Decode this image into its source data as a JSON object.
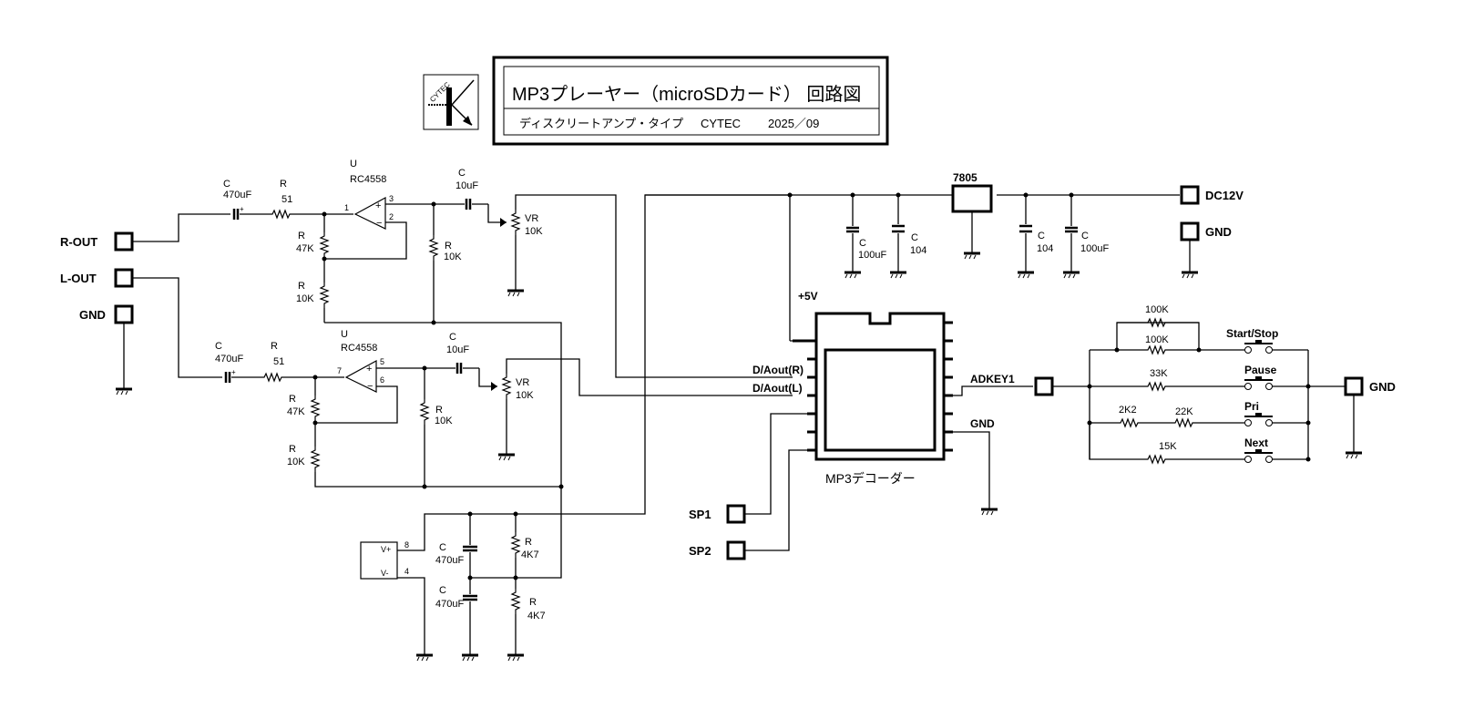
{
  "title_block": {
    "title": "MP3プレーヤー（microSDカード） 回路図",
    "subtitle_type": "ディスクリートアンプ・タイプ",
    "subtitle_company": "CYTEC",
    "subtitle_date": "2025／09",
    "logo_text": "CYTEC"
  },
  "terminals": {
    "r_out": "R-OUT",
    "l_out": "L-OUT",
    "gnd_left": "GND",
    "dc12v": "DC12V",
    "gnd_power": "GND",
    "sp1": "SP1",
    "sp2": "SP2",
    "gnd_keys": "GND"
  },
  "amp_r": {
    "c_in_ref": "C",
    "c_in_val": "470uF",
    "r_in_ref": "R",
    "r_in_val": "51",
    "u_ref": "U",
    "u_val": "RC4558",
    "pin1": "1",
    "pin2": "2",
    "pin3": "3",
    "r_fb_ref": "R",
    "r_fb_val": "47K",
    "r_g_ref": "R",
    "r_g_val": "10K",
    "r_load_ref": "R",
    "r_load_val": "10K",
    "c_cpl_ref": "C",
    "c_cpl_val": "10uF",
    "vr_ref": "VR",
    "vr_val": "10K"
  },
  "amp_l": {
    "c_in_ref": "C",
    "c_in_val": "470uF",
    "r_in_ref": "R",
    "r_in_val": "51",
    "u_ref": "U",
    "u_val": "RC4558",
    "pin7": "7",
    "pin6": "6",
    "pin5": "5",
    "r_fb_ref": "R",
    "r_fb_val": "47K",
    "r_g_ref": "R",
    "r_g_val": "10K",
    "r_load_ref": "R",
    "r_load_val": "10K",
    "c_cpl_ref": "C",
    "c_cpl_val": "10uF",
    "vr_ref": "VR",
    "vr_val": "10K"
  },
  "supply_split": {
    "vplus": "V+",
    "vminus": "V-",
    "pin8": "8",
    "pin4": "4",
    "c1_ref": "C",
    "c1_val": "470uF",
    "c2_ref": "C",
    "c2_val": "470uF",
    "r1_ref": "R",
    "r1_val": "4K7",
    "r2_ref": "R",
    "r2_val": "4K7"
  },
  "regulator": {
    "name": "7805",
    "c1_ref": "C",
    "c1_val": "100uF",
    "c2_ref": "C",
    "c2_val": "104",
    "c3_ref": "C",
    "c3_val": "104",
    "c4_ref": "C",
    "c4_val": "100uF"
  },
  "decoder": {
    "name": "MP3デコーダー",
    "vcc": "+5V",
    "dac_r": "D/Aout(R)",
    "dac_l": "D/Aout(L)",
    "adkey": "ADKEY1",
    "gnd": "GND"
  },
  "keys": {
    "r_ss_a": "100K",
    "r_ss_b": "100K",
    "r_pause": "33K",
    "r_pri_a": "2K2",
    "r_pri_b": "22K",
    "r_next": "15K",
    "sw_start_stop": "Start/Stop",
    "sw_pause": "Pause",
    "sw_pri": "Pri",
    "sw_next": "Next"
  }
}
